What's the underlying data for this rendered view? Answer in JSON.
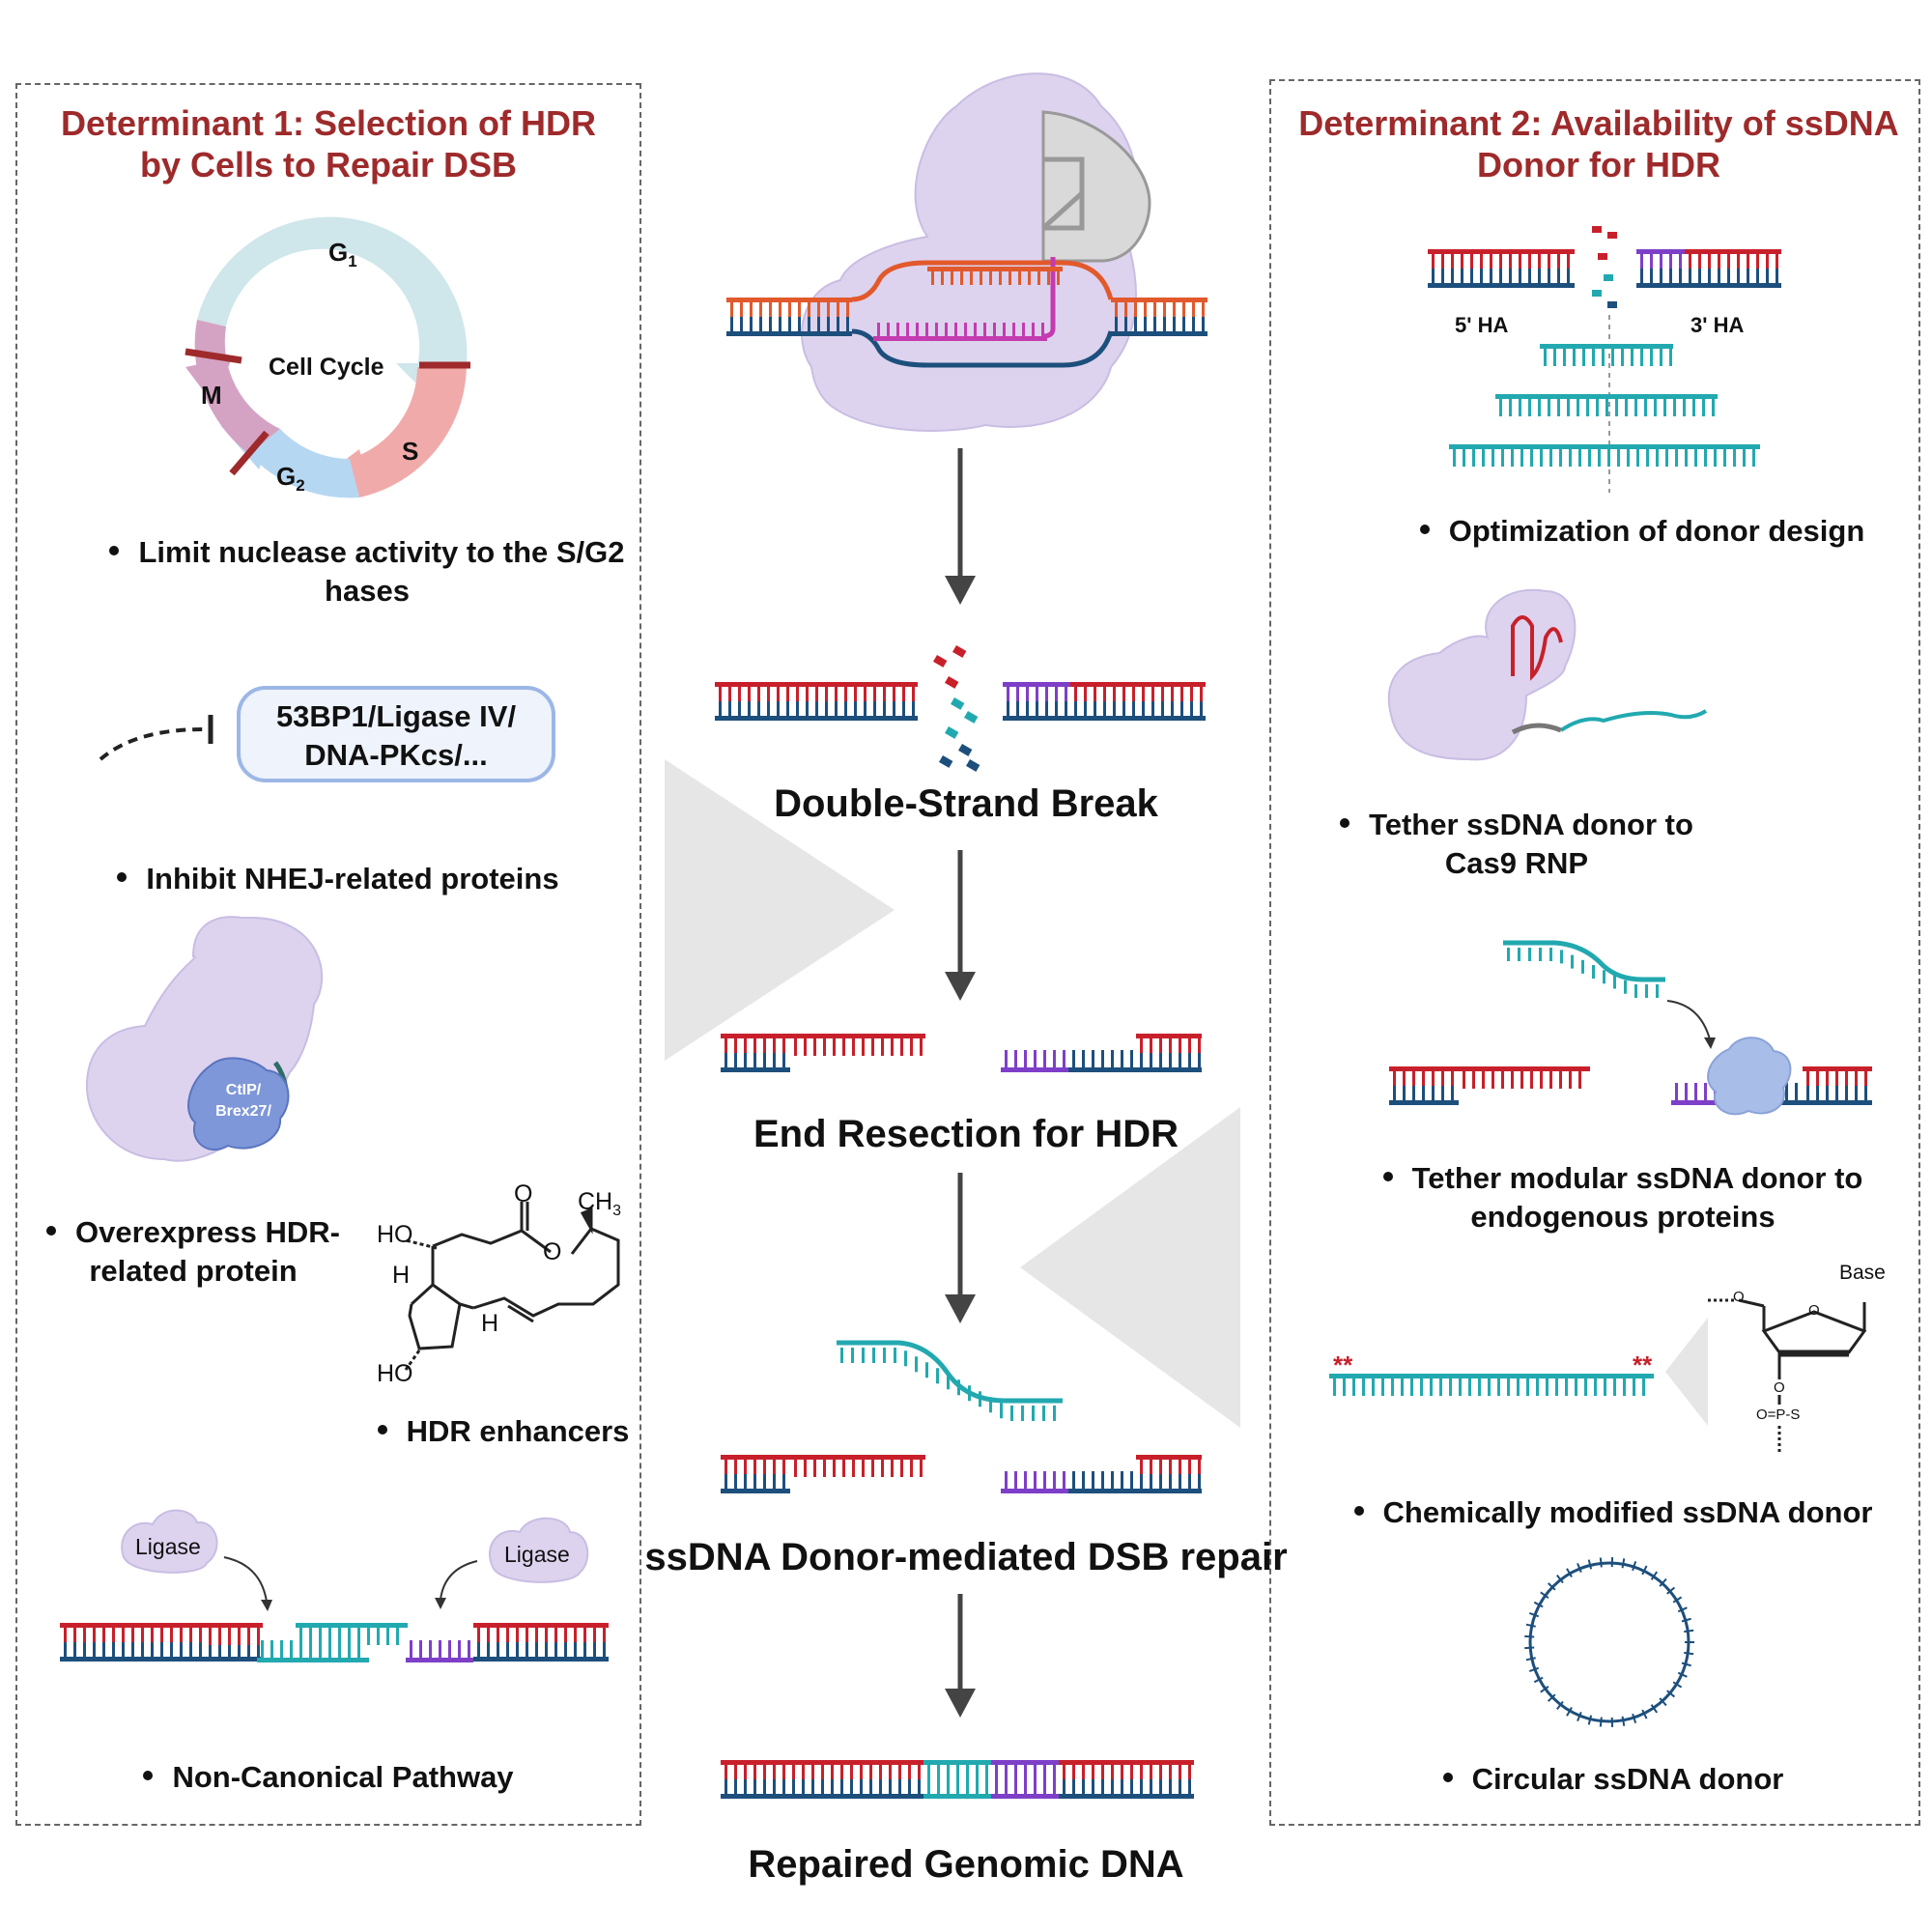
{
  "left_panel": {
    "title": "Determinant 1: Selection of HDR by Cells to Repair DSB",
    "cell_cycle": {
      "center_label": "Cell Cycle",
      "phase_g1": "G",
      "phase_g1_sub": "1",
      "phase_s": "S",
      "phase_g2": "G",
      "phase_g2_sub": "2",
      "phase_m": "M"
    },
    "bullet_limit": "Limit nuclease activity to the S/G2 hases",
    "nhej_box": "53BP1/Ligase IV/ DNA-PKcs/...",
    "bullet_inhibit": "Inhibit NHEJ-related proteins",
    "protein_label": "CtIP/ Brex27/",
    "bullet_overexpress": "Overexpress HDR-related protein",
    "molecule": {
      "ch3": "CH",
      "ch3_sub": "3",
      "ho_top": "HO",
      "o_carbonyl": "O",
      "o_ring": "O",
      "h_left": "H",
      "h_right": "H",
      "ho_bottom": "HO"
    },
    "bullet_enhancers": "HDR enhancers",
    "ligase_left": "Ligase",
    "ligase_right": "Ligase",
    "bullet_noncanonical": "Non-Canonical Pathway"
  },
  "center": {
    "step_dsb": "Double-Strand Break",
    "step_resection": "End Resection for HDR",
    "step_repair": "ssDNA Donor-mediated DSB repair",
    "step_repaired": "Repaired Genomic DNA"
  },
  "right_panel": {
    "title": "Determinant 2: Availability of ssDNA Donor for HDR",
    "ha_left": "5' HA",
    "ha_right": "3' HA",
    "bullet_optimization": "Optimization of donor design",
    "bullet_tether_rnp": "Tether ssDNA donor to Cas9 RNP",
    "bullet_tether_modular": "Tether modular ssDNA donor to endogenous proteins",
    "stars_left": "**",
    "stars_right": "**",
    "chem": {
      "base": "Base",
      "o_left": "O",
      "o_ring": "O",
      "o_mid": "O",
      "ops": "O=P-S"
    },
    "bullet_chemical": "Chemically modified ssDNA donor",
    "bullet_circular": "Circular ssDNA donor"
  },
  "colors": {
    "title_red": "#9e2a2b",
    "dna_red": "#c8202b",
    "dna_navy": "#1d4f7c",
    "dna_purple": "#7e3fc8",
    "dna_teal": "#22a9b0",
    "dna_orange": "#e2592c",
    "protein_lavender": "#ddd3ee"
  }
}
